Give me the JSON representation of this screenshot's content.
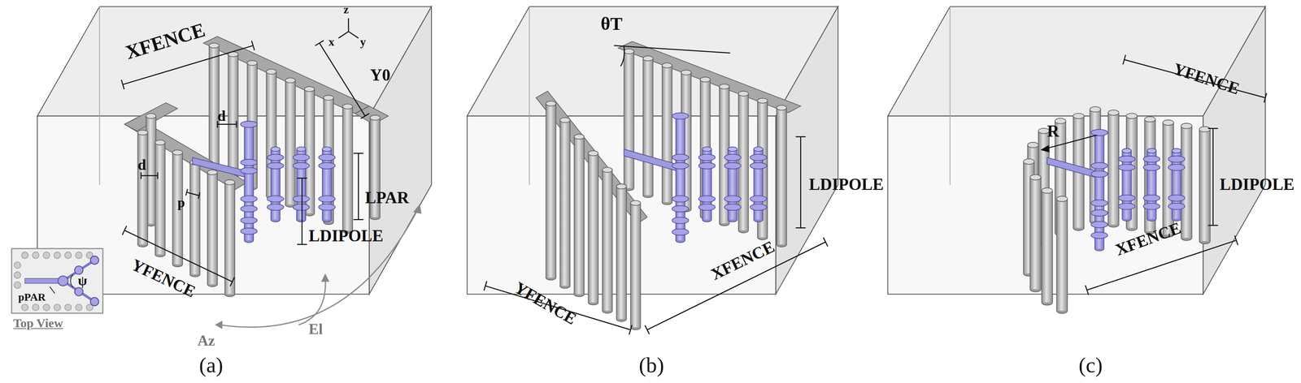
{
  "diagram": {
    "labels": [
      "XFENCE",
      "z",
      "x",
      "y",
      "Y0",
      "d",
      "d",
      "p",
      "LPAR",
      "LDIPOLE",
      "YFENCE",
      "ψ",
      "pPAR",
      "Top View",
      "El",
      "Az",
      "(a)",
      "θT",
      "LDIPOLE",
      "YFENCE",
      "XFENCE",
      "(b)",
      "YFENCE",
      "R",
      "LDIPOLE",
      "XFENCE",
      "(c)"
    ]
  }
}
